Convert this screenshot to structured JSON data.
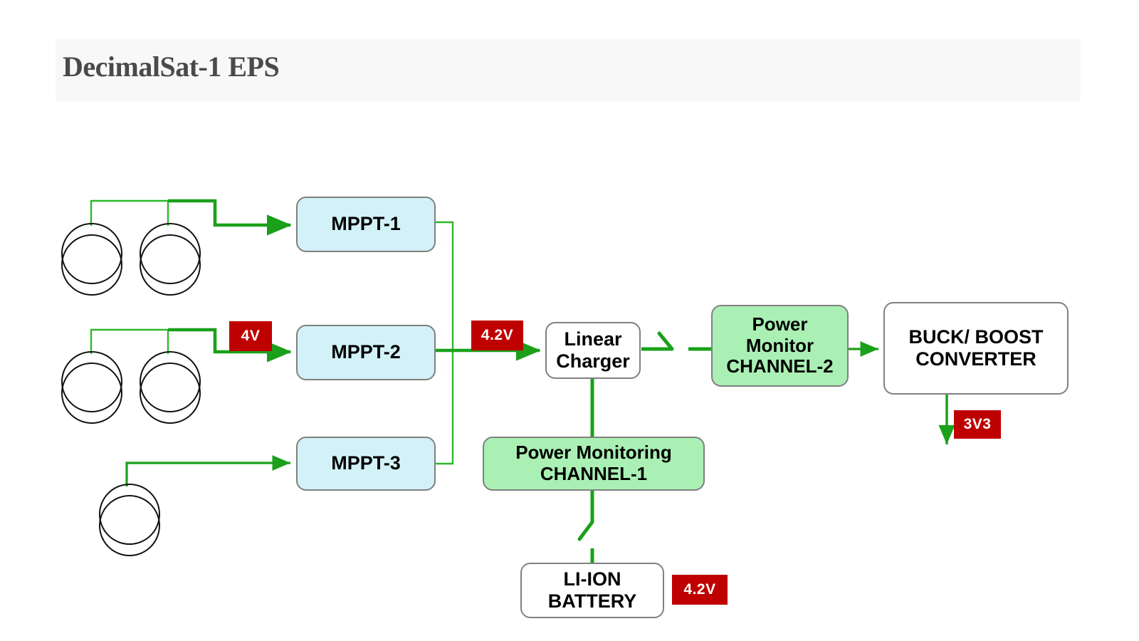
{
  "header": {
    "title": "DecimalSat-1 EPS",
    "band_color": "#f8f8f8",
    "title_color": "#4a4a4a"
  },
  "palette": {
    "wire_green": "#1aa01a",
    "wire_green_thin": "#2cb82c",
    "mppt_fill": "#d2f2f7",
    "monitor_fill": "#aaf0b4",
    "node_stroke": "#808080",
    "tag_red": "#bf0000",
    "panel_stroke": "#111111",
    "page_bg": "#ffffff"
  },
  "nodes": {
    "mppt1": {
      "label": "MPPT-1"
    },
    "mppt2": {
      "label": "MPPT-2"
    },
    "mppt3": {
      "label": "MPPT-3"
    },
    "linear_charger": {
      "label": "Linear\nCharger"
    },
    "power_monitor_ch2": {
      "label": "Power\nMonitor\nCHANNEL-2"
    },
    "power_monitor_ch1": {
      "label": "Power Monitoring\nCHANNEL-1"
    },
    "buck_boost": {
      "label": "BUCK/ BOOST\nCONVERTER"
    },
    "battery": {
      "label": "LI-ION\nBATTERY"
    }
  },
  "voltage_tags": {
    "solar_4v": {
      "label": "4V"
    },
    "charger_in_4v2": {
      "label": "4.2V"
    },
    "rail_3v3": {
      "label": "3V3"
    },
    "battery_4v2": {
      "label": "4.2V"
    }
  },
  "solar_panels": [
    {
      "name": "solar-panel-1a"
    },
    {
      "name": "solar-panel-1b"
    },
    {
      "name": "solar-panel-2a"
    },
    {
      "name": "solar-panel-2b"
    },
    {
      "name": "solar-panel-3a"
    }
  ],
  "switches": [
    {
      "name": "charger-to-monitor-switch",
      "orientation": "horizontal"
    },
    {
      "name": "monitor-to-battery-switch",
      "orientation": "vertical"
    }
  ]
}
